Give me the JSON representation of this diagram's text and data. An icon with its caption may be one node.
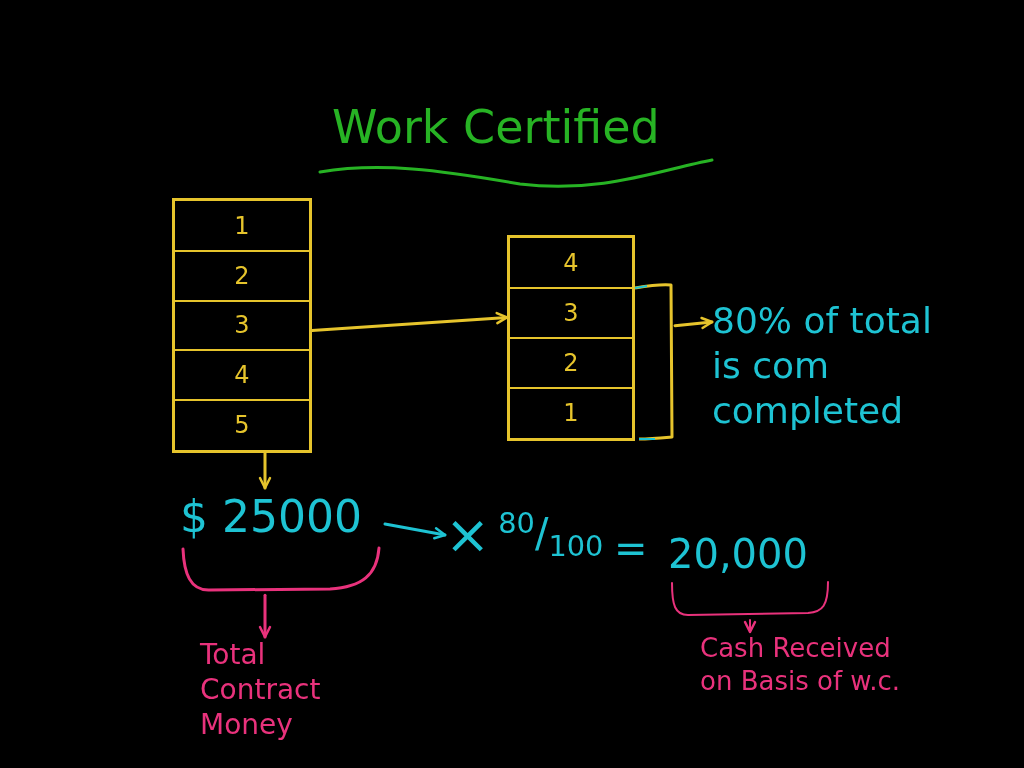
{
  "diagram": {
    "title": "Work Certified",
    "nodes": [
      {
        "text": [
          "1",
          "2",
          "3",
          "4",
          "5"
        ]
      },
      {
        "text": [
          "4",
          "3",
          "2",
          "1"
        ]
      },
      {
        "text": [
          "80% of total is com completed"
        ]
      },
      {
        "text": [
          "$ 25000"
        ]
      },
      {
        "text": [
          "×",
          "$^{80}$/$_{100}$"
        ]
      },
      {
        "text": [
          "20,000"
        ]
      },
      {
        "text": [
          "Total Contract Money"
        ]
      },
      {
        "text": [
          "Cash Received on Basis of w.c."
        ]
      }
    ],
    "edges": [
      {
        "from": 0,
        "to": 1,
        "arrow": "to"
      },
      {
        "from": 1,
        "to": 2,
        "arrow": "to"
      },
      {
        "from": 0,
        "to": 3,
        "arrow": "to"
      },
      {
        "from": 3,
        "to": 4,
        "arrow": "to",
        "color": "#1ec3d3"
      },
      {
        "from": 3,
        "to": 6,
        "arrow": "to",
        "color": "#e9327c"
      },
      {
        "from": 5,
        "to": 7,
        "arrow": "to",
        "color": "#e9327c"
      }
    ],
    "labels": [
      "="
    ]
  }
}
